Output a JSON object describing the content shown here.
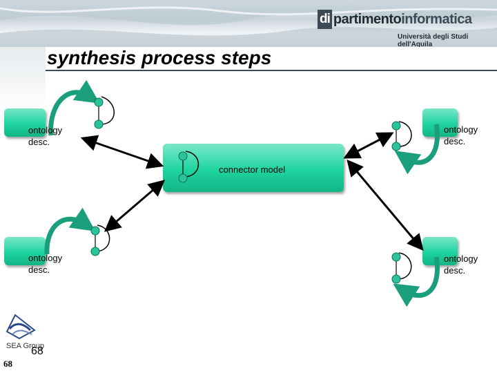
{
  "header": {
    "logo_di": "di",
    "logo_part1": "partimento",
    "logo_part2": "informatica",
    "university": "Università degli Studi dell'Aquila"
  },
  "slide": {
    "title": "synthesis process steps"
  },
  "boxes": {
    "top_left_label": "ontology\ndesc.",
    "top_right_label": "ontology\ndesc.",
    "bottom_left_label": "ontology\ndesc.",
    "bottom_right_label": "ontology\ndesc.",
    "center_label": "connector model"
  },
  "footer": {
    "group": "SEA Group",
    "page_number_large": "68",
    "page_number_small": "68"
  },
  "colors": {
    "box_green": "#1ed4a0",
    "arrow_green": "#1a9e7c",
    "title_rule": "#3a4a56"
  }
}
